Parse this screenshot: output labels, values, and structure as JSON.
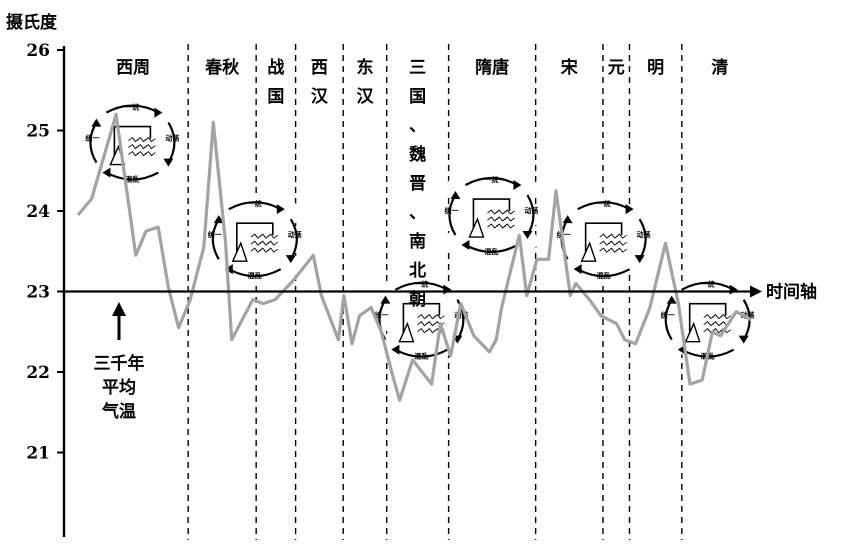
{
  "chart_data": {
    "type": "line",
    "ylabel": "摄氏度",
    "ylim": [
      20.0,
      26.0
    ],
    "yticks": [
      "26",
      "25",
      "24",
      "23",
      "22",
      "21"
    ],
    "reference_line": {
      "value": 23,
      "label": "时间轴"
    },
    "baseline_annotation": {
      "lines": [
        "三千年",
        "平均",
        "气温"
      ],
      "arrow": "up"
    },
    "dynasty_index_range": [
      0,
      100
    ],
    "dynasties": [
      {
        "name": [
          "西周"
        ],
        "start": 0,
        "end": 16.2
      },
      {
        "name": [
          "春秋"
        ],
        "start": 16.2,
        "end": 26.2
      },
      {
        "name": [
          "战",
          "国"
        ],
        "start": 26.2,
        "end": 32.0
      },
      {
        "name": [
          "西",
          "汉"
        ],
        "start": 32.0,
        "end": 39.0
      },
      {
        "name": [
          "东",
          "汉"
        ],
        "start": 39.0,
        "end": 45.4
      },
      {
        "name": [
          "三",
          "国",
          "、",
          "魏",
          "晋",
          "、",
          "南",
          "北",
          "朝"
        ],
        "start": 45.4,
        "end": 54.5
      },
      {
        "name": [
          "隋唐"
        ],
        "start": 54.5,
        "end": 67.3
      },
      {
        "name": [
          "宋"
        ],
        "start": 67.3,
        "end": 77.2
      },
      {
        "name": [
          "元"
        ],
        "start": 77.2,
        "end": 81.1
      },
      {
        "name": [
          "明"
        ],
        "start": 81.1,
        "end": 88.8
      },
      {
        "name": [
          "清"
        ],
        "start": 88.8,
        "end": 100
      }
    ],
    "series": [
      {
        "x": [
          0,
          2,
          5.6,
          8.5,
          10,
          11.8,
          13.3,
          14.8,
          16.5,
          18.5,
          19.9,
          21.7,
          22.6,
          25.7,
          27.2,
          29.0,
          31.8,
          34.6,
          35.8,
          38.3,
          39.1,
          40.3,
          41.4,
          43.1,
          44.6,
          46.3,
          47.3,
          49.2,
          52.0,
          53.3,
          54.8,
          56.3,
          58.2,
          60.5,
          61.5,
          62.3,
          64.9,
          66.0,
          67.5,
          69.2,
          70.3,
          72.4,
          73.2,
          75.2,
          76.9,
          79.2,
          80.4,
          82.0,
          84.1,
          86.4,
          88.3,
          89.4,
          90.0,
          91.8,
          93.3,
          94.5,
          96.8,
          99.0
        ],
        "y": [
          23.95,
          24.15,
          25.2,
          23.45,
          23.75,
          23.8,
          23.05,
          22.55,
          22.9,
          23.55,
          25.1,
          23.6,
          22.4,
          22.9,
          22.85,
          22.9,
          23.15,
          23.45,
          22.95,
          22.4,
          22.95,
          22.35,
          22.7,
          22.8,
          22.5,
          21.95,
          21.65,
          22.15,
          21.85,
          22.6,
          22.2,
          22.85,
          22.45,
          22.25,
          22.4,
          22.8,
          23.7,
          22.95,
          23.4,
          23.4,
          24.25,
          22.95,
          23.1,
          22.9,
          22.7,
          22.6,
          22.4,
          22.35,
          22.8,
          23.6,
          22.85,
          22.2,
          21.85,
          21.9,
          22.5,
          22.45,
          22.75,
          22.65
        ]
      }
    ],
    "cycle_diagrams": [
      {
        "center_index": 8,
        "center_value": 24.85,
        "labels": [
          "一统",
          "统一",
          "动荡",
          "混乱"
        ]
      },
      {
        "center_index": 26,
        "center_value": 23.65,
        "labels": [
          "一统",
          "统一",
          "动荡",
          "混乱"
        ]
      },
      {
        "center_index": 50.5,
        "center_value": 22.65,
        "labels": [
          "一统",
          "统一",
          "动荡",
          "混乱"
        ]
      },
      {
        "center_index": 60.8,
        "center_value": 23.95,
        "labels": [
          "一统",
          "统一",
          "动荡",
          "混乱"
        ]
      },
      {
        "center_index": 77.3,
        "center_value": 23.65,
        "labels": [
          "一统",
          "统一",
          "动荡",
          "混乱"
        ]
      },
      {
        "center_index": 92.6,
        "center_value": 22.65,
        "labels": [
          "一统",
          "统一",
          "动荡",
          "混乱"
        ]
      }
    ]
  }
}
